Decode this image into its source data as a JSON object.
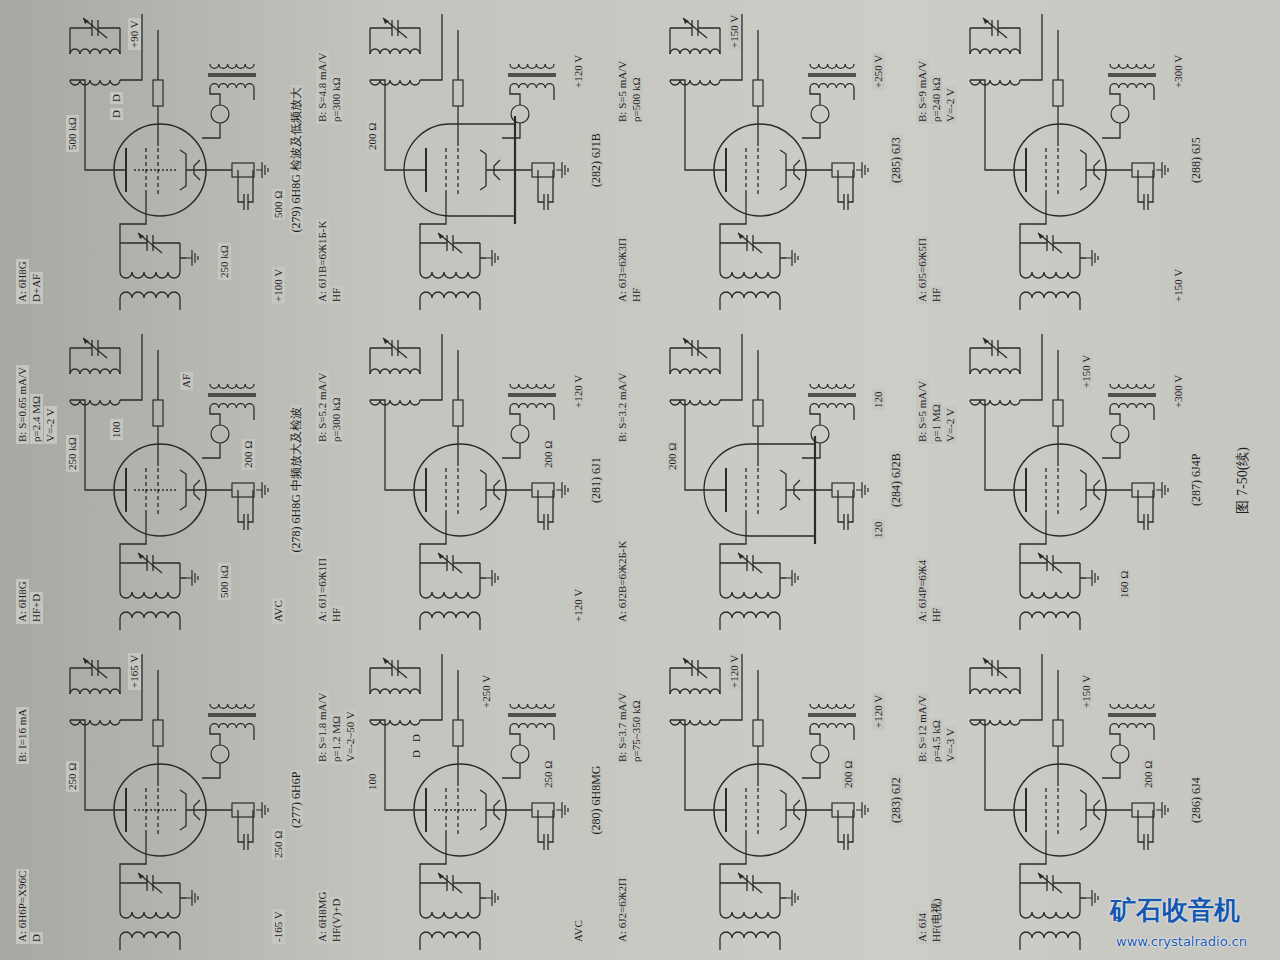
{
  "diagram": {
    "caption": "图 7-50(续)",
    "labels": [
      "A: 6H6P=X96C",
      "D",
      "B: I=16 mA",
      "+165 V",
      "250 Ω",
      "250 Ω",
      "-165 V",
      "(277) 6H6P",
      "A: 6H8G",
      "HF+D",
      "B: S=0.65 mA/V",
      "ρ=2.4 MΩ",
      "V=-2 V",
      "500 kΩ",
      "AVC",
      "100",
      "250 kΩ",
      "200 Ω",
      "AF",
      "(278) 6H8G 中频放大及检波",
      "A: 6H8G",
      "D+AF",
      "D",
      "D",
      "500 kΩ",
      "+90 V",
      "250 kΩ",
      "500 Ω",
      "+100 V",
      "(279) 6H8G 检波及低频放大",
      "A: 6H8MG",
      "HF(V)+D",
      "B: S=1.8 mA/V",
      "ρ=1.2 MΩ",
      "V=-2~50 V",
      "D",
      "D",
      "100",
      "+250 V",
      "250 Ω",
      "AVC",
      "(280) 6H8MG",
      "A: 6J1=6Ж1П",
      "HF",
      "B: S=5.2 mA/V",
      "ρ=300 kΩ",
      "200 Ω",
      "+120 V",
      "+120 V",
      "(281) 6J1",
      "A: 6J1B=6Ж1Б-K",
      "HF",
      "B: S=4.8 mA/V",
      "ρ=300 kΩ",
      "200 Ω",
      "+120 V",
      "(282) 6J1B",
      "A: 6J2=6Ж2П",
      "B: S=3.7 mA/V",
      "ρ=75~350 kΩ",
      "+120 V",
      "+120 V",
      "200 Ω",
      "(283) 6J2",
      "A: 6J2B=6Ж2Б-K",
      "B: S=3.2 mA/V",
      "200 Ω",
      "120",
      "120",
      "(284) 6J2B",
      "A: 6J3=6Ж3П",
      "HF",
      "B: S=5 mA/V",
      "ρ=500 kΩ",
      "+150 V",
      "+250 V",
      "(285) 6J3",
      "A: 6J4",
      "HF(电视)",
      "B: S=12 mA/V",
      "ρ=4.5 kΩ",
      "V=-3 V",
      "200 Ω",
      "+150 V",
      "(286) 6J4",
      "A: 6J4P=6Ж4",
      "HF",
      "B: S=5 mA/V",
      "ρ=1 MΩ",
      "V=-2 V",
      "160 Ω",
      "+150 V",
      "+300 V",
      "(287) 6J4P",
      "A: 6J5=6Ж5П",
      "HF",
      "B: S=9 mA/V",
      "ρ=240 kΩ",
      "V=-2 V",
      "+150 V",
      "+300 V",
      "(288) 6J5",
      "矿石收音机",
      "www.crystalradio.cn"
    ]
  }
}
